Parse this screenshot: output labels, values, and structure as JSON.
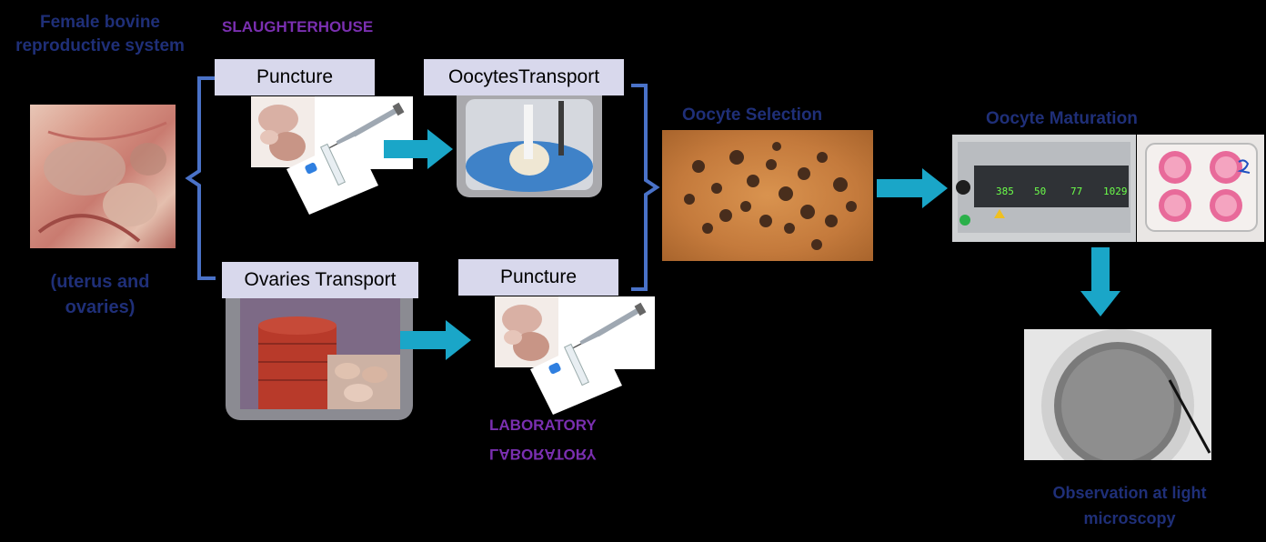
{
  "source": {
    "title": "Female bovine reproductive system",
    "subtitle": "(uterus and ovaries)"
  },
  "sites": {
    "slaughterhouse": "SLAUGHTERHOUSE",
    "laboratory": "LABORATORY",
    "laboratory_mirrored": "LABORATORY"
  },
  "steps": {
    "puncture_top": "Puncture",
    "oocytes_transport": "OocytesTransport",
    "ovaries_transport": "Ovaries Transport",
    "puncture_bottom": "Puncture",
    "oocyte_selection": "Oocyte Selection",
    "oocyte_maturation": "Oocyte Maturation",
    "observation": "Observation at light microscopy"
  },
  "incubator_display": [
    "385",
    "50",
    "77",
    "1029"
  ],
  "colors": {
    "background": "#000000",
    "heading_text": "#1f2f78",
    "site_text": "#7a2fb0",
    "arrow": "#1aa6c8",
    "bracket": "#4a72c8",
    "label_box": "#d8d8ec"
  }
}
